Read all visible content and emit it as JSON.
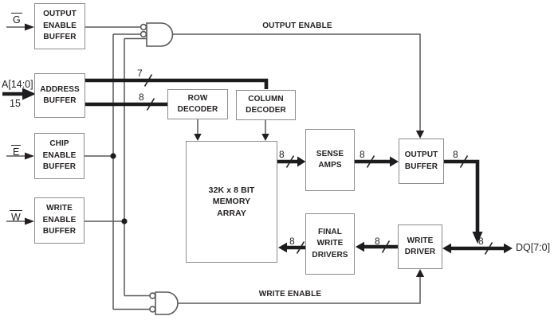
{
  "colors": {
    "wire": "#58595b",
    "bus": "#1c1c1e",
    "block_border": "#8b8d90",
    "text": "#231f20",
    "background": "#ffffff"
  },
  "inputs": {
    "g_label": "G",
    "e_label": "E",
    "w_label": "W",
    "address_label": "A[14:0]",
    "address_width": "15"
  },
  "blocks": {
    "output_enable_buffer": "OUTPUT\nENABLE\nBUFFER",
    "address_buffer": "ADDRESS\nBUFFER",
    "chip_enable_buffer": "CHIP\nENABLE\nBUFFER",
    "write_enable_buffer": "WRITE\nENABLE\nBUFFER",
    "row_decoder": "ROW\nDECODER",
    "column_decoder": "COLUMN\nDECODER",
    "memory_array": "32K x 8 BIT\nMEMORY\nARRAY",
    "sense_amps": "SENSE\nAMPS",
    "output_buffer": "OUTPUT\nBUFFER",
    "final_write_drivers": "FINAL\nWRITE\nDRIVERS",
    "write_driver": "WRITE\nDRIVER"
  },
  "nets": {
    "output_enable": "OUTPUT ENABLE",
    "write_enable": "WRITE ENABLE",
    "dq": "DQ[7:0]"
  },
  "bus_widths": {
    "to_column_decoder": "7",
    "to_row_decoder": "8",
    "array_to_sense": "8",
    "sense_to_output": "8",
    "output_to_dq": "8",
    "dq": "8",
    "write_driver_to_final": "8",
    "final_to_array": "8"
  }
}
